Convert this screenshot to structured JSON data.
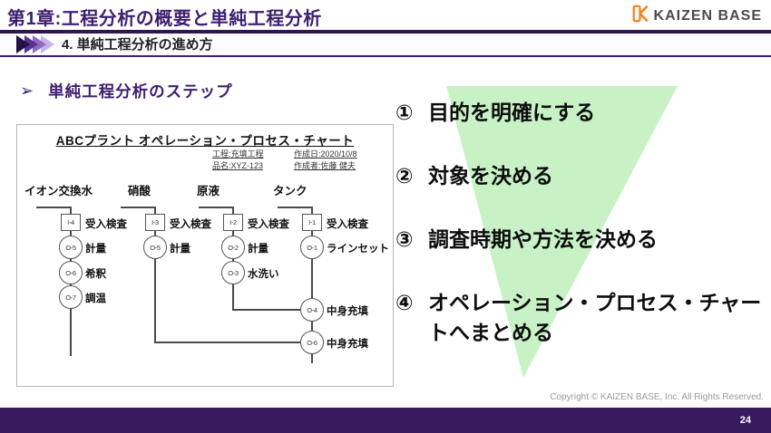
{
  "header": {
    "title": "第1章:工程分析の概要と単純工程分析",
    "logo_text": "KAIZEN BASE"
  },
  "subheader": {
    "label": "4. 単純工程分析の進め方"
  },
  "section": {
    "bullet": "➢",
    "title": "単純工程分析のステップ"
  },
  "steps": {
    "items": [
      {
        "num": "①",
        "text": "目的を明確にする"
      },
      {
        "num": "②",
        "text": "対象を決める"
      },
      {
        "num": "③",
        "text": "調査時期や方法を決める"
      },
      {
        "num": "④",
        "text": "オペレーション・プロセス・チャートへまとめる"
      }
    ]
  },
  "opc": {
    "title": "ABCプラント オペレーション・プロセス・チャート",
    "meta": {
      "process": "工程:充填工程",
      "product": "品名:XYZ-123",
      "date": "作成日:2020/10/8",
      "author": "作成者:佐藤 健夫"
    },
    "columns": [
      {
        "header": "イオン交換水",
        "nodes": [
          {
            "shape": "square",
            "code": "I-4",
            "label": "受入検査"
          },
          {
            "shape": "circle",
            "code": "O-5",
            "label": "計量"
          },
          {
            "shape": "circle",
            "code": "O-6",
            "label": "希釈"
          },
          {
            "shape": "circle",
            "code": "O-7",
            "label": "調温"
          }
        ]
      },
      {
        "header": "硝酸",
        "nodes": [
          {
            "shape": "square",
            "code": "I-3",
            "label": "受入検査"
          },
          {
            "shape": "circle",
            "code": "O-5",
            "label": "計量"
          }
        ]
      },
      {
        "header": "原液",
        "nodes": [
          {
            "shape": "square",
            "code": "I-2",
            "label": "受入検査"
          },
          {
            "shape": "circle",
            "code": "O-2",
            "label": "計量"
          },
          {
            "shape": "circle",
            "code": "O-3",
            "label": "水洗い"
          }
        ]
      },
      {
        "header": "タンク",
        "nodes": [
          {
            "shape": "square",
            "code": "I-1",
            "label": "受入検査"
          },
          {
            "shape": "circle",
            "code": "O-1",
            "label": "ラインセット"
          },
          {
            "shape": "circle",
            "code": "O-4",
            "label": "中身充填"
          },
          {
            "shape": "circle",
            "code": "O-6",
            "label": "中身充填"
          }
        ]
      }
    ]
  },
  "footer": {
    "copyright": "Copyright ©  KAIZEN BASE, Inc.  All Rights Reserved.",
    "page": "24"
  },
  "colors": {
    "purple": "#3d1e70",
    "purple-dark": "#31154f",
    "purple-bar": "#381a5e",
    "green": "#c8f2c6",
    "orange": "#f5821f"
  }
}
